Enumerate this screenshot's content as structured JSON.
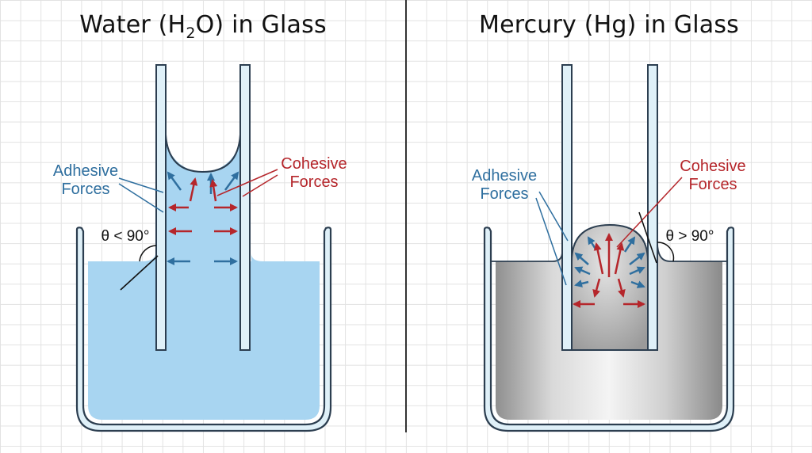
{
  "left_panel": {
    "title_main": "Water (H",
    "title_sub": "2",
    "title_end": "O) in Glass",
    "adhesive_line1": "Adhesive",
    "adhesive_line2": "Forces",
    "cohesive_line1": "Cohesive",
    "cohesive_line2": "Forces",
    "angle": "θ < 90°"
  },
  "right_panel": {
    "title": "Mercury (Hg) in Glass",
    "adhesive_line1": "Adhesive",
    "adhesive_line2": "Forces",
    "cohesive_line1": "Cohesive",
    "cohesive_line2": "Forces",
    "angle": "θ > 90°"
  },
  "colors": {
    "water": "#a8d5f1",
    "mercury": "#c4c4c4",
    "glass": "#dff0f8",
    "adhesive": "#2f6f9f",
    "cohesive": "#b5262b"
  }
}
